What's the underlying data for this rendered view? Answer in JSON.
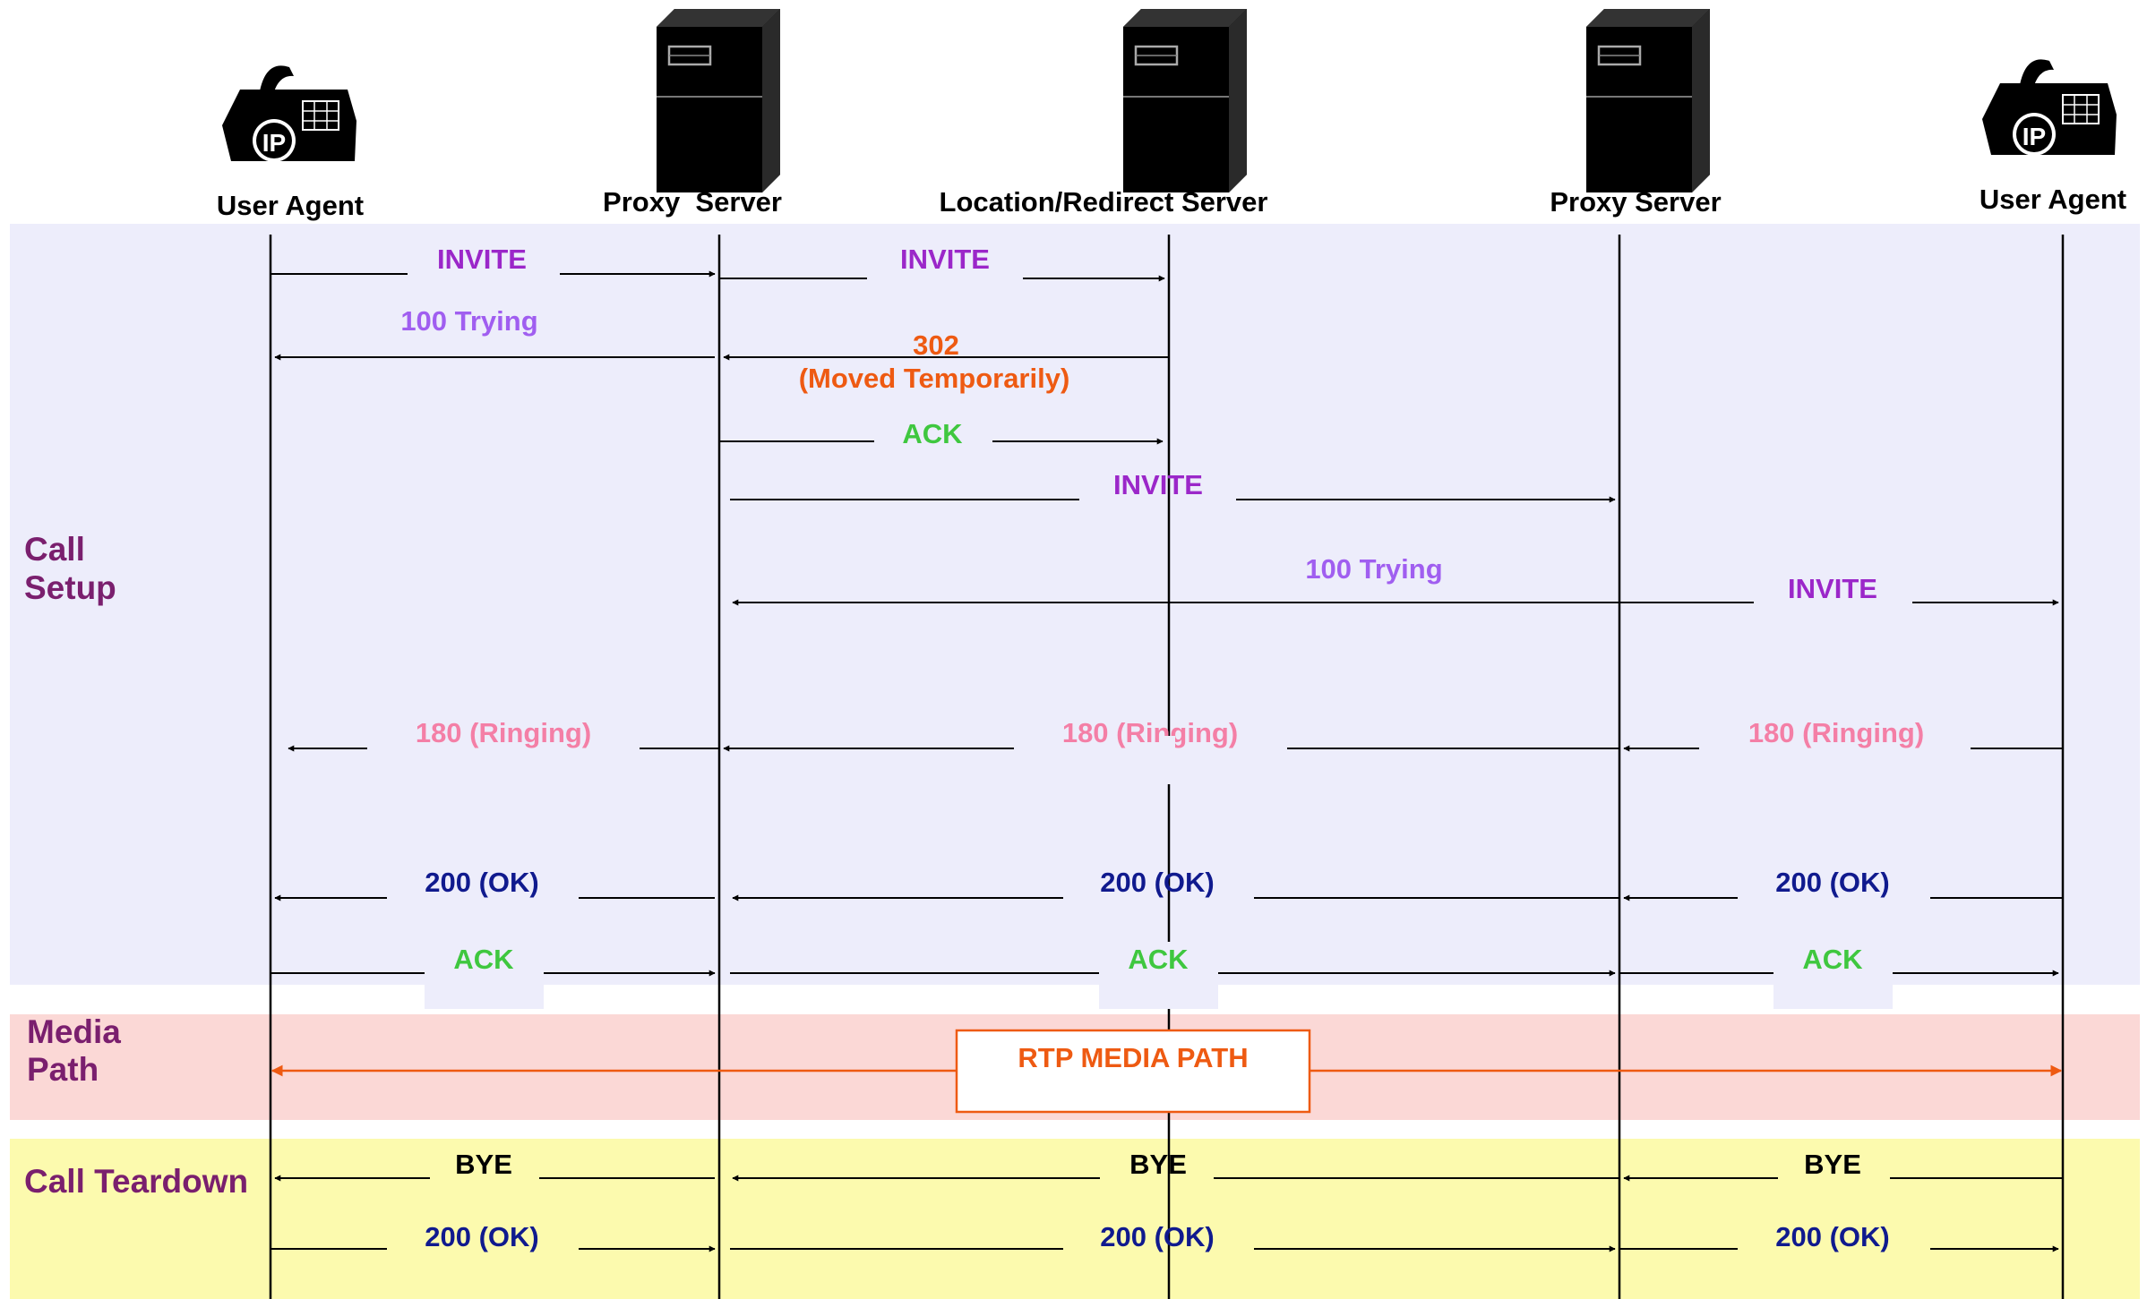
{
  "entities": [
    {
      "label": "User Agent",
      "icon": "ip-phone-icon"
    },
    {
      "label": "Proxy  Server",
      "icon": "server-icon"
    },
    {
      "label": "Location/Redirect Server",
      "icon": "server-icon"
    },
    {
      "label": "Proxy Server",
      "icon": "server-icon"
    },
    {
      "label": "User Agent",
      "icon": "ip-phone-icon"
    }
  ],
  "phases": {
    "call_setup": {
      "label_line1": "Call",
      "label_line2": "Setup",
      "color": "#ededfb"
    },
    "media_path": {
      "label_line1": "Media",
      "label_line2": "Path",
      "color": "#fbd8d6"
    },
    "call_teardown": {
      "label": "Call Teardown",
      "color": "#fcfaae"
    },
    "label_color": "#7a1f6e"
  },
  "colors": {
    "invite": "#9b27c9",
    "trying": "#a05ef0",
    "redirect": "#ee5a12",
    "ack": "#3fc73f",
    "ringing": "#f47fa6",
    "ok": "#101a8e",
    "bye": "#000000",
    "media": "#ee5a12"
  },
  "messages": {
    "invite_1": "INVITE",
    "invite_2": "INVITE",
    "trying_1": "100 Trying",
    "redirect_1": "302",
    "redirect_2": "(Moved Temporarily)",
    "ack_1": "ACK",
    "invite_3": "INVITE",
    "trying_2": "100 Trying",
    "invite_4": "INVITE",
    "ringing_1": "180 (Ringing)",
    "ringing_2": "180 (Ringing)",
    "ringing_3": "180 (Ringing)",
    "ok_1": "200 (OK)",
    "ok_2": "200 (OK)",
    "ok_3": "200 (OK)",
    "ack_2": "ACK",
    "ack_3": "ACK",
    "ack_4": "ACK",
    "media_path": "RTP MEDIA PATH",
    "bye_1": "BYE",
    "bye_2": "BYE",
    "bye_3": "BYE",
    "ok_4": "200 (OK)",
    "ok_5": "200 (OK)",
    "ok_6": "200 (OK)"
  }
}
